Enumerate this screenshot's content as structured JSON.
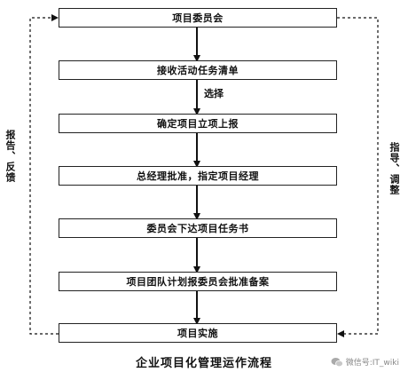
{
  "diagram": {
    "steps": [
      "项目委员会",
      "接收活动任务清单",
      "确定项目立项上报",
      "总经理批准，指定项目经理",
      "委员会下达项目任务书",
      "项目团队计划报委员会批准备案",
      "项目实施"
    ],
    "edge_label_select": "选择",
    "left_loop_label": "报告、反馈",
    "right_loop_label": "指导、调整",
    "caption": "企业项目化管理运作流程"
  },
  "watermark": {
    "text": "微信号:IT_wiki",
    "icon": "wechat-icon"
  }
}
